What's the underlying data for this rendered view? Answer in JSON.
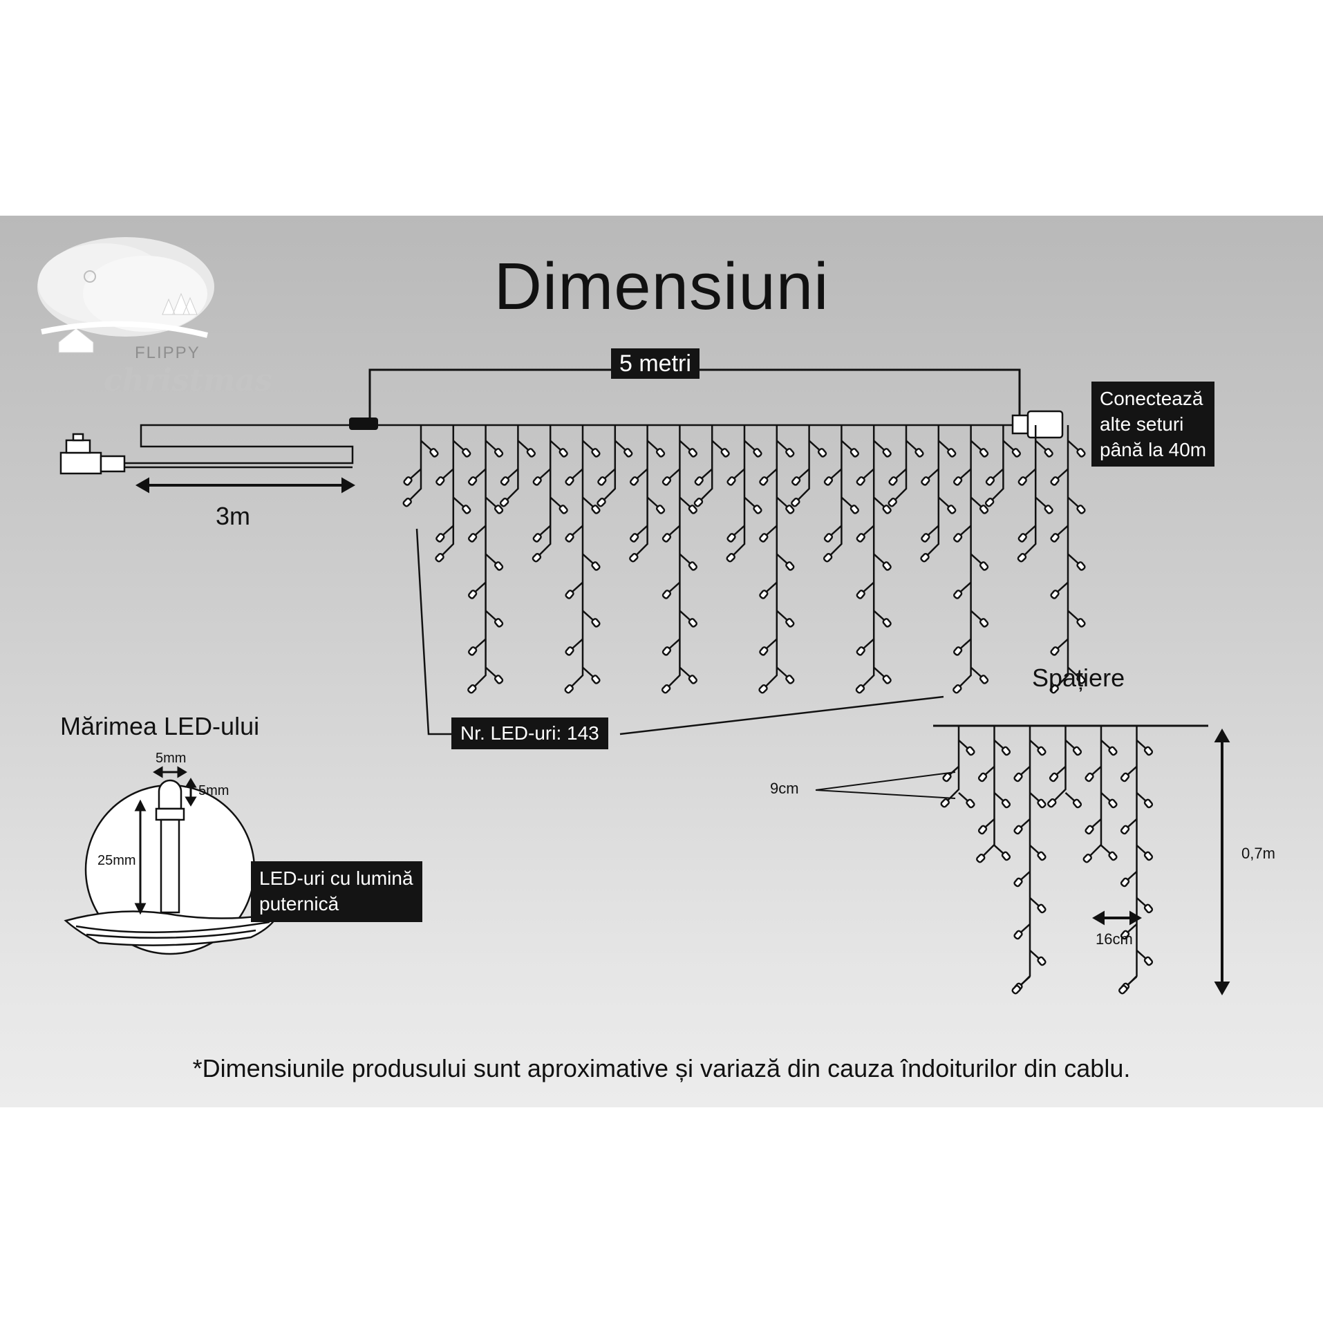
{
  "title": "Dimensiuni",
  "logo": {
    "brand": "FLIPPY",
    "script": "christmas"
  },
  "labels": {
    "length_5m": "5 metri",
    "lead_3m": "3m",
    "connect_line1": "Conectează",
    "connect_line2": "alte seturi",
    "connect_line3": "până la 40m",
    "led_count": "Nr. LED-uri: 143",
    "led_size_title": "Mărimea LED-ului",
    "led_width": "5mm",
    "led_tip": "5mm",
    "led_height": "25mm",
    "bright_line1": "LED-uri cu lumină",
    "bright_line2": "puternică",
    "spacing_title": "Spațiere",
    "spacing_vertical": "9cm",
    "spacing_horizontal": "16cm",
    "spacing_drop": "0,7m"
  },
  "footnote": "*Dimensiunile produsului sunt aproximative și variază din cauza îndoiturilor din cablu.",
  "colors": {
    "band_top": "#b9b9b9",
    "band_bottom": "#ececec",
    "line": "#111111",
    "label_box": "#141414",
    "led": "#ffffff"
  }
}
